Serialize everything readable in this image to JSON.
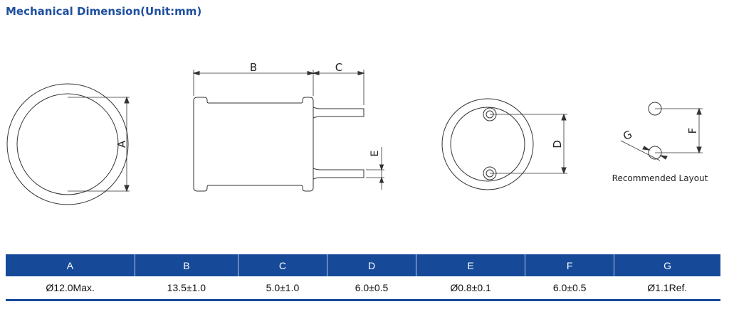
{
  "title": "Mechanical Dimension(Unit:mm)",
  "labels": {
    "A": "A",
    "B": "B",
    "C": "C",
    "D": "D",
    "E": "E",
    "F": "F",
    "G": "G",
    "layout": "Recommended Layout"
  },
  "table": {
    "headers": [
      "A",
      "B",
      "C",
      "D",
      "E",
      "F",
      "G"
    ],
    "values": [
      "Ø12.0Max.",
      "13.5±1.0",
      "5.0±1.0",
      "6.0±0.5",
      "Ø0.8±0.1",
      "6.0±0.5",
      "Ø1.1Ref."
    ]
  }
}
